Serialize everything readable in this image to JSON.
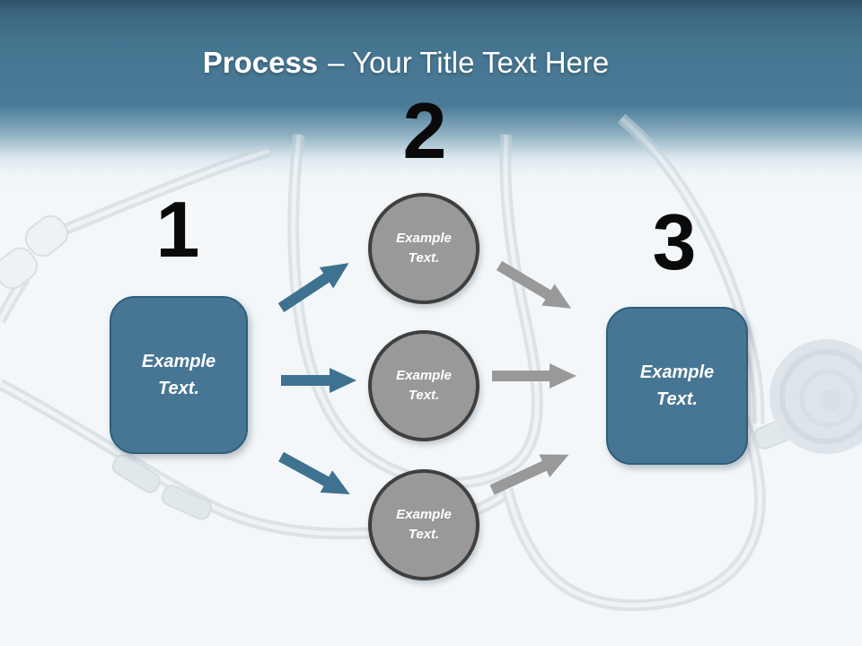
{
  "slide": {
    "title": {
      "bold": "Process",
      "rest": "– Your Title Text Here"
    },
    "steps": [
      {
        "number": "1",
        "label": "Example Text."
      },
      {
        "number": "2",
        "label": "Example Text."
      },
      {
        "number": "3",
        "label": "Example Text."
      }
    ],
    "circles": [
      {
        "label": "Example Text."
      },
      {
        "label": "Example Text."
      },
      {
        "label": "Example Text."
      }
    ],
    "colors": {
      "band_teal": "#4a7b97",
      "background": "#f3f7f9",
      "title_color": "#ffffff",
      "number_color": "#0a0a0a",
      "box_fill": "#477694",
      "box_border": "#2e5e7b",
      "circle_fill": "#999999",
      "circle_border": "#3f3f3f",
      "arrow_teal": "#3e7290",
      "arrow_gray": "#999999"
    }
  }
}
